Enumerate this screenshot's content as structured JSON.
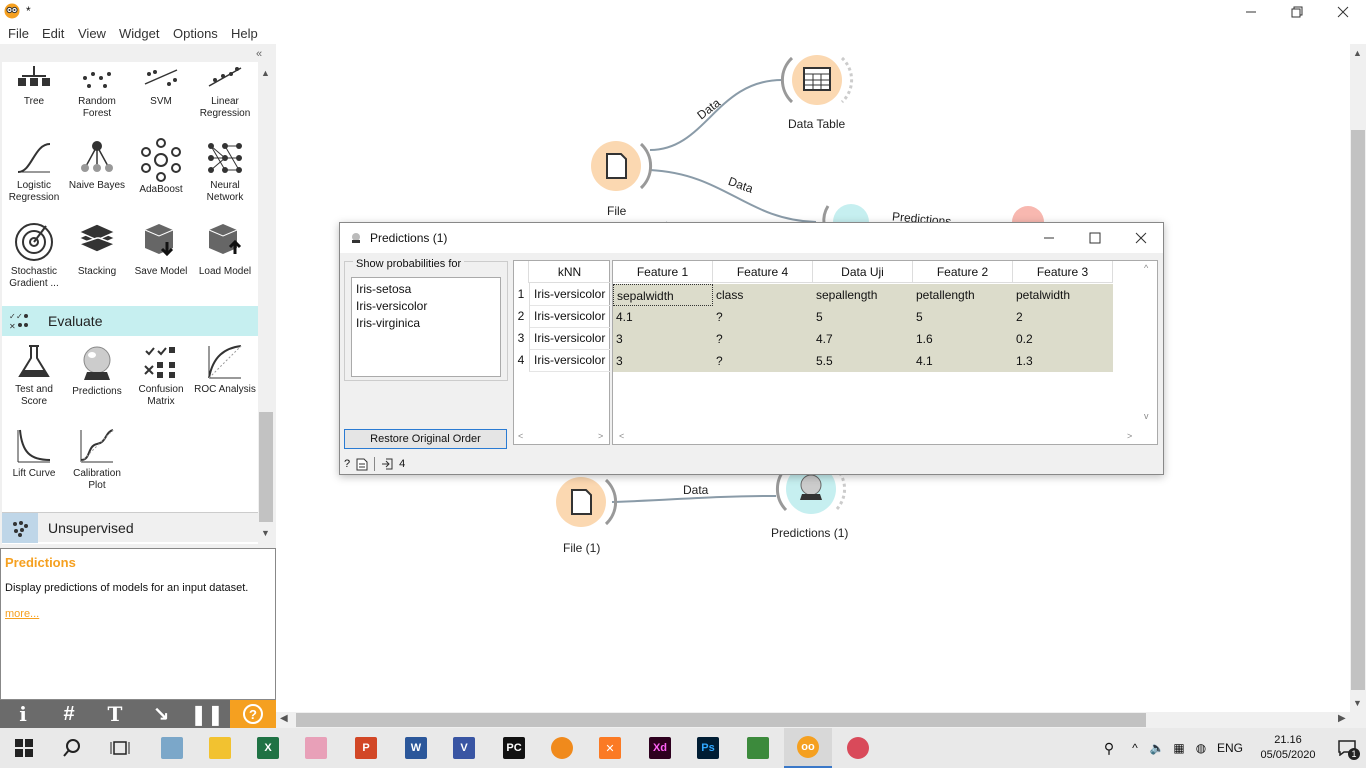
{
  "window": {
    "title": "*"
  },
  "menu": [
    "File",
    "Edit",
    "View",
    "Widget",
    "Options",
    "Help"
  ],
  "toolbox": {
    "widgets_row1": [
      "Tree",
      "Random Forest",
      "SVM",
      "Linear Regression"
    ],
    "widgets_row2": [
      "Logistic Regression",
      "Naive Bayes",
      "AdaBoost",
      "Neural Network"
    ],
    "widgets_row3": [
      "Stochastic Gradient ...",
      "Stacking",
      "Save Model",
      "Load Model"
    ],
    "evaluate_label": "Evaluate",
    "widgets_row4": [
      "Test and Score",
      "Predictions",
      "Confusion Matrix",
      "ROC Analysis"
    ],
    "widgets_row5": [
      "Lift Curve",
      "Calibration Plot"
    ],
    "unsupervised_label": "Unsupervised"
  },
  "description": {
    "title": "Predictions",
    "text": "Display predictions of models for an input dataset.",
    "more": "more..."
  },
  "canvas": {
    "nodes": {
      "data_table": "Data Table",
      "file": "File",
      "predictions_top": "Predictions",
      "file1": "File (1)",
      "predictions1": "Predictions (1)"
    },
    "links": {
      "data1": "Data",
      "data2": "Data",
      "data3": "Data"
    }
  },
  "dialog": {
    "title": "Predictions (1)",
    "prob_group": "Show probabilities for",
    "classes": [
      "Iris-setosa",
      "Iris-versicolor",
      "Iris-virginica"
    ],
    "restore_button": "Restore Original Order",
    "status_count": "4",
    "knn_header": "kNN",
    "knn_rows": [
      {
        "n": "1",
        "v": "Iris-versicolor"
      },
      {
        "n": "2",
        "v": "Iris-versicolor"
      },
      {
        "n": "3",
        "v": "Iris-versicolor"
      },
      {
        "n": "4",
        "v": "Iris-versicolor"
      }
    ],
    "columns": [
      "Feature 1",
      "Feature 4",
      "Data Uji",
      "Feature 2",
      "Feature 3"
    ],
    "rows": [
      [
        "sepalwidth",
        "class",
        "sepallength",
        "petallength",
        "petalwidth"
      ],
      [
        "4.1",
        "?",
        "5",
        "5",
        "2"
      ],
      [
        "3",
        "?",
        "4.7",
        "1.6",
        "0.2"
      ],
      [
        "3",
        "?",
        "5.5",
        "4.1",
        "1.3"
      ]
    ]
  },
  "taskbar": {
    "lang": "ENG",
    "time": "21.16",
    "date": "05/05/2020",
    "notif_count": "1"
  },
  "colors": {
    "accent": "#f5a020",
    "evaluate_bg": "#c6eff0",
    "cell_bg": "#dcdccb"
  }
}
